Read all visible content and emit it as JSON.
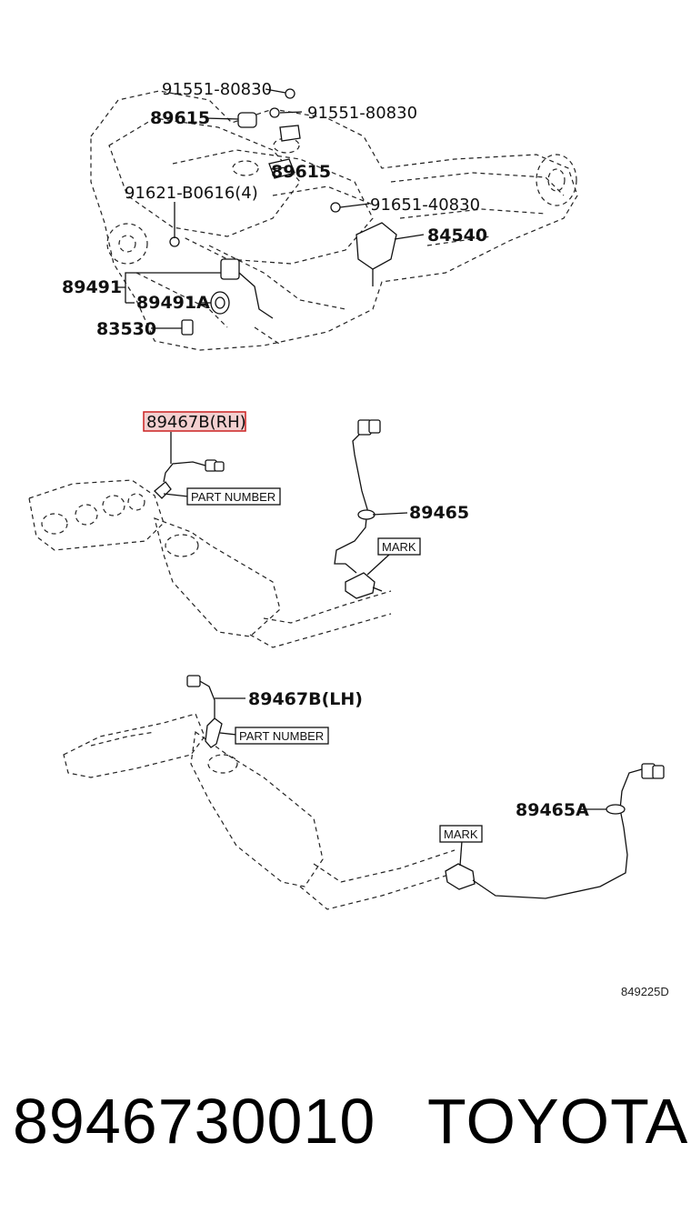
{
  "labels": {
    "l1": "91551-80830",
    "l2": "89615",
    "l3": "91551-80830",
    "l4": "89615",
    "l5": "91621-B0616(4)",
    "l6": "91651-40830",
    "l7": "84540",
    "l8": "89491",
    "l9": "89491A",
    "l10": "83530",
    "l11": "89467B(RH)",
    "l12": "89465",
    "l13": "89467B(LH)",
    "l14": "89465A"
  },
  "boxes": {
    "part_number_1": "PART NUMBER",
    "mark_1": "MARK",
    "part_number_2": "PART NUMBER",
    "mark_2": "MARK"
  },
  "ref_code": "849225D",
  "footer": {
    "part_number": "8946730010",
    "brand": "TOYOTA"
  },
  "colors": {
    "highlight_border": "#cc2222",
    "highlight_fill": "#f3d0d0"
  }
}
